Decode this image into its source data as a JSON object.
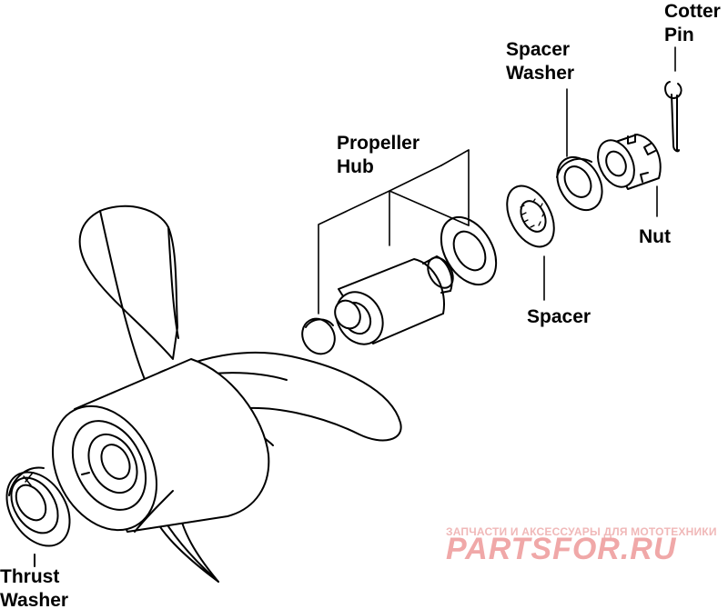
{
  "labels": {
    "cotter_pin": [
      "Cotter",
      "Pin"
    ],
    "spacer_washer": [
      "Spacer",
      "Washer"
    ],
    "propeller_hub": [
      "Propeller",
      "Hub"
    ],
    "nut": "Nut",
    "spacer": "Spacer",
    "thrust_washer": [
      "Thrust",
      "Washer"
    ]
  },
  "watermark": {
    "tagline": "ЗАПЧАСТИ И АКСЕССУАРЫ ДЛЯ МОТОТЕХНИКИ",
    "logo": "PARTSFOR.RU",
    "color": "#f0b0b0"
  }
}
